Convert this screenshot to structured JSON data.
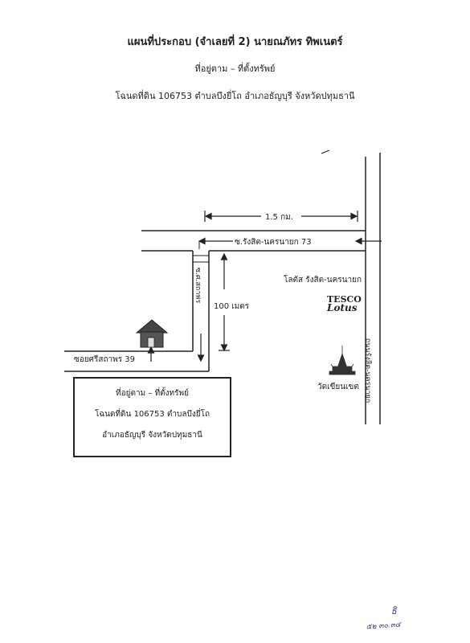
{
  "header": {
    "title": "แผนที่ประกอบ  (จำเลยที่ 2) นายณภัทร  ทิพเนตร์",
    "subtitle": "ที่อยู่ตาม – ที่ตั้งทรัพย์",
    "deed_line": "โฉนดที่ดิน 106753 ตำบลบึงยี่โถ อำเภอธัญบุรี จังหวัดปทุมธานี"
  },
  "map": {
    "distance_label": "1.5 กม.",
    "road_rangsit": "ซ.รังสิต-นครนายก 73",
    "soi_name": "ซอยศรีสถาพร 39",
    "vertical_soi": "ซ.ศ.สถาพร",
    "distance_100": "100 เมตร",
    "main_road": "ถนนรังสิต-นครนายก",
    "lotus_label": "โลตัส รังสิต-นครนายก",
    "tesco_line1": "TESCO",
    "tesco_line2": "Lotus",
    "temple_label": "วัดเขียนเขต"
  },
  "info_box": {
    "line1": "ที่อยู่ตาม – ที่ตั้งทรัพย์",
    "line2": "โฉนดที่ดิน 106753 ตำบลบึงยี่โถ",
    "line3": "อำเภอธัญบุรี จังหวัดปทุมธานี"
  },
  "signature": {
    "mark": "ธิ",
    "date": "๕๒ ๓๐.๓๔"
  }
}
